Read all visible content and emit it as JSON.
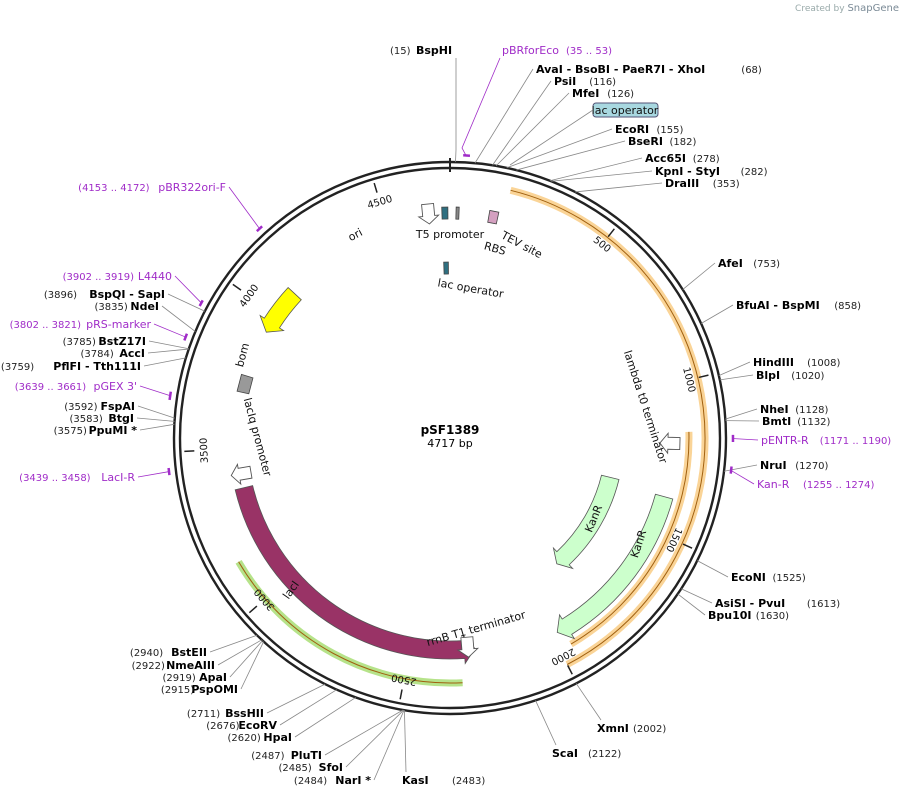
{
  "credit": {
    "created_by": "Created by",
    "brand": "SnapGene"
  },
  "plasmid": {
    "name": "pSF1389",
    "length_label": "4717 bp",
    "length": 4717
  },
  "colors": {
    "backbone": "#222222",
    "ori": "#ffff00",
    "kanr": "#ccffcc",
    "laci": "#993366",
    "bom": "#999999",
    "primer": "#a02cc8",
    "orange": "#f5b041",
    "green_track": "#7acc29"
  },
  "ticks": [
    {
      "bp": 500,
      "label": "500"
    },
    {
      "bp": 1000,
      "label": "1000"
    },
    {
      "bp": 1500,
      "label": "1500"
    },
    {
      "bp": 2000,
      "label": "2000"
    },
    {
      "bp": 2500,
      "label": "2500"
    },
    {
      "bp": 3000,
      "label": "3000"
    },
    {
      "bp": 3500,
      "label": "3500"
    },
    {
      "bp": 4000,
      "label": "4000"
    },
    {
      "bp": 4500,
      "label": "4500"
    }
  ],
  "enzymes": [
    {
      "bp": 15,
      "pos": "(15)",
      "name": "BspHI",
      "side": "R"
    },
    {
      "bp": 68,
      "pos": "(68)",
      "name": "AvaI  - BsoBI  - PaeR7I  - XhoI",
      "side": "R"
    },
    {
      "bp": 116,
      "pos": "(116)",
      "name": "PsiI",
      "side": "R"
    },
    {
      "bp": 126,
      "pos": "(126)",
      "name": "MfeI",
      "side": "R"
    },
    {
      "bp": 155,
      "pos": "(155)",
      "name": "EcoRI",
      "side": "R"
    },
    {
      "bp": 182,
      "pos": "(182)",
      "name": "BseRI",
      "side": "R"
    },
    {
      "bp": 278,
      "pos": "(278)",
      "name": "Acc65I",
      "side": "R"
    },
    {
      "bp": 282,
      "pos": "(282)",
      "name": "KpnI  - StyI",
      "side": "R"
    },
    {
      "bp": 353,
      "pos": "(353)",
      "name": "DraIII",
      "side": "R"
    },
    {
      "bp": 753,
      "pos": "(753)",
      "name": "AfeI",
      "side": "R"
    },
    {
      "bp": 858,
      "pos": "(858)",
      "name": "BfuAI  - BspMI",
      "side": "R"
    },
    {
      "bp": 1008,
      "pos": "(1008)",
      "name": "HindIII",
      "side": "R"
    },
    {
      "bp": 1020,
      "pos": "(1020)",
      "name": "BlpI",
      "side": "R"
    },
    {
      "bp": 1128,
      "pos": "(1128)",
      "name": "NheI",
      "side": "R"
    },
    {
      "bp": 1132,
      "pos": "(1132)",
      "name": "BmtI",
      "side": "R"
    },
    {
      "bp": 1270,
      "pos": "(1270)",
      "name": "NruI",
      "side": "R"
    },
    {
      "bp": 1525,
      "pos": "(1525)",
      "name": "EcoNI",
      "side": "R"
    },
    {
      "bp": 1613,
      "pos": "(1613)",
      "name": "AsiSI  - PvuI",
      "side": "R"
    },
    {
      "bp": 1630,
      "pos": "(1630)",
      "name": "Bpu10I",
      "side": "R"
    },
    {
      "bp": 2002,
      "pos": "(2002)",
      "name": "XmnI",
      "side": "R"
    },
    {
      "bp": 2122,
      "pos": "(2122)",
      "name": "ScaI",
      "side": "R"
    },
    {
      "bp": 2483,
      "pos": "(2483)",
      "name": "KasI",
      "side": "R"
    },
    {
      "bp": 2484,
      "pos": "(2484)",
      "name": "NarI *",
      "side": "L"
    },
    {
      "bp": 2485,
      "pos": "(2485)",
      "name": "SfoI",
      "side": "L"
    },
    {
      "bp": 2487,
      "pos": "(2487)",
      "name": "PluTI",
      "side": "L"
    },
    {
      "bp": 2620,
      "pos": "(2620)",
      "name": "HpaI",
      "side": "L"
    },
    {
      "bp": 2676,
      "pos": "(2676)",
      "name": "EcoRV",
      "side": "L"
    },
    {
      "bp": 2711,
      "pos": "(2711)",
      "name": "BssHII",
      "side": "L"
    },
    {
      "bp": 2915,
      "pos": "(2915)",
      "name": "PspOMI",
      "side": "L"
    },
    {
      "bp": 2919,
      "pos": "(2919)",
      "name": "ApaI",
      "side": "L"
    },
    {
      "bp": 2922,
      "pos": "(2922)",
      "name": "NmeAIII",
      "side": "L"
    },
    {
      "bp": 2940,
      "pos": "(2940)",
      "name": "BstEII",
      "side": "L"
    },
    {
      "bp": 3575,
      "pos": "(3575)",
      "name": "PpuMI *",
      "side": "L"
    },
    {
      "bp": 3583,
      "pos": "(3583)",
      "name": "BtgI",
      "side": "L"
    },
    {
      "bp": 3592,
      "pos": "(3592)",
      "name": "FspAI",
      "side": "L"
    },
    {
      "bp": 3759,
      "pos": "(3759)",
      "name": "PflFI  - Tth111I",
      "side": "L"
    },
    {
      "bp": 3784,
      "pos": "(3784)",
      "name": "AccI",
      "side": "L"
    },
    {
      "bp": 3785,
      "pos": "(3785)",
      "name": "BstZ17I",
      "side": "L"
    },
    {
      "bp": 3835,
      "pos": "(3835)",
      "name": "NdeI",
      "side": "L"
    },
    {
      "bp": 3896,
      "pos": "(3896)",
      "name": "BspQI  - SapI",
      "side": "L"
    }
  ],
  "primers": [
    {
      "start": 35,
      "end": 53,
      "name": "pBRforEco",
      "range": "(35 .. 53)",
      "side": "R"
    },
    {
      "start": 1171,
      "end": 1190,
      "name": "pENTR-R",
      "range": "(1171 .. 1190)",
      "side": "R"
    },
    {
      "start": 1255,
      "end": 1274,
      "name": "Kan-R",
      "range": "(1255 .. 1274)",
      "side": "R"
    },
    {
      "start": 3439,
      "end": 3458,
      "name": "LacI-R",
      "range": "(3439 .. 3458)",
      "side": "L"
    },
    {
      "start": 3639,
      "end": 3661,
      "name": "pGEX 3'",
      "range": "(3639 .. 3661)",
      "side": "L"
    },
    {
      "start": 3802,
      "end": 3821,
      "name": "pRS-marker",
      "range": "(3802 .. 3821)",
      "side": "L"
    },
    {
      "start": 3902,
      "end": 3919,
      "name": "L4440",
      "range": "(3902 .. 3919)",
      "side": "L"
    },
    {
      "start": 4153,
      "end": 4172,
      "name": "pBR322ori-F",
      "range": "(4153 .. 4172)",
      "side": "L"
    }
  ],
  "features": [
    {
      "name": "ori",
      "start": 4100,
      "end": 3930,
      "kind": "arrow",
      "color": "#ffff00",
      "track": 0
    },
    {
      "name": "bom",
      "start": 3760,
      "end": 3700,
      "kind": "box",
      "color": "#999999",
      "track": 1
    },
    {
      "name": "lacIq promoter",
      "start": 3450,
      "end": 3370,
      "kind": "open",
      "track": 1
    },
    {
      "name": "lacI",
      "start": 3360,
      "end": 2270,
      "kind": "arrow",
      "color": "#993366",
      "track": 1
    },
    {
      "name": "KanR",
      "start": 1360,
      "end": 1830,
      "kind": "arrow",
      "color": "#ccffcc",
      "track": 1
    },
    {
      "name": "KanR",
      "start": 1380,
      "end": 1980,
      "kind": "arrow",
      "color": "#ccffcc",
      "track": 0
    },
    {
      "name": "lambda t0 terminator",
      "start": 1150,
      "end": 1245,
      "kind": "open",
      "track": 1
    },
    {
      "name": "rrnB T1 terminator",
      "start": 2320,
      "end": 2270,
      "kind": "open",
      "track": 1
    },
    {
      "name": "T5 promoter",
      "start": 4620,
      "end": 4670,
      "kind": "open",
      "track": 1
    },
    {
      "name": "lac operator",
      "start": 4690,
      "end": 4710,
      "kind": "box",
      "color": "#2f6f80",
      "track": 1
    },
    {
      "name": "RBS",
      "start": 20,
      "end": 30,
      "kind": "box",
      "color": "#888888",
      "track": 1
    },
    {
      "name": "TEV site",
      "start": 130,
      "end": 160,
      "kind": "box",
      "color": "#d4a0c0",
      "track": 1
    },
    {
      "name": "lac operator",
      "start": 4690,
      "end": 4710,
      "kind": "box",
      "color": "#2f6f80",
      "track": 2
    }
  ],
  "tracks_outer": [
    {
      "start": 180,
      "end": 2000,
      "color": "#f5b041"
    },
    {
      "start": 1160,
      "end": 1960,
      "color": "#f5b041"
    },
    {
      "start": 2320,
      "end": 3140,
      "color": "#7acc29"
    }
  ],
  "feature_labels": {
    "ori": "ori",
    "bom": "bom",
    "lacIq_promoter": "lacIq promoter",
    "lacI": "lacI",
    "kanr_inner": "KanR",
    "kanr_outer": "KanR",
    "lambda": "lambda t0 terminator",
    "rrnb": "rrnB T1 terminator",
    "t5": "T5 promoter",
    "rbs": "RBS",
    "tev": "TEV site",
    "lacop_top": "lac operator",
    "lacop_inner": "lac operator"
  }
}
